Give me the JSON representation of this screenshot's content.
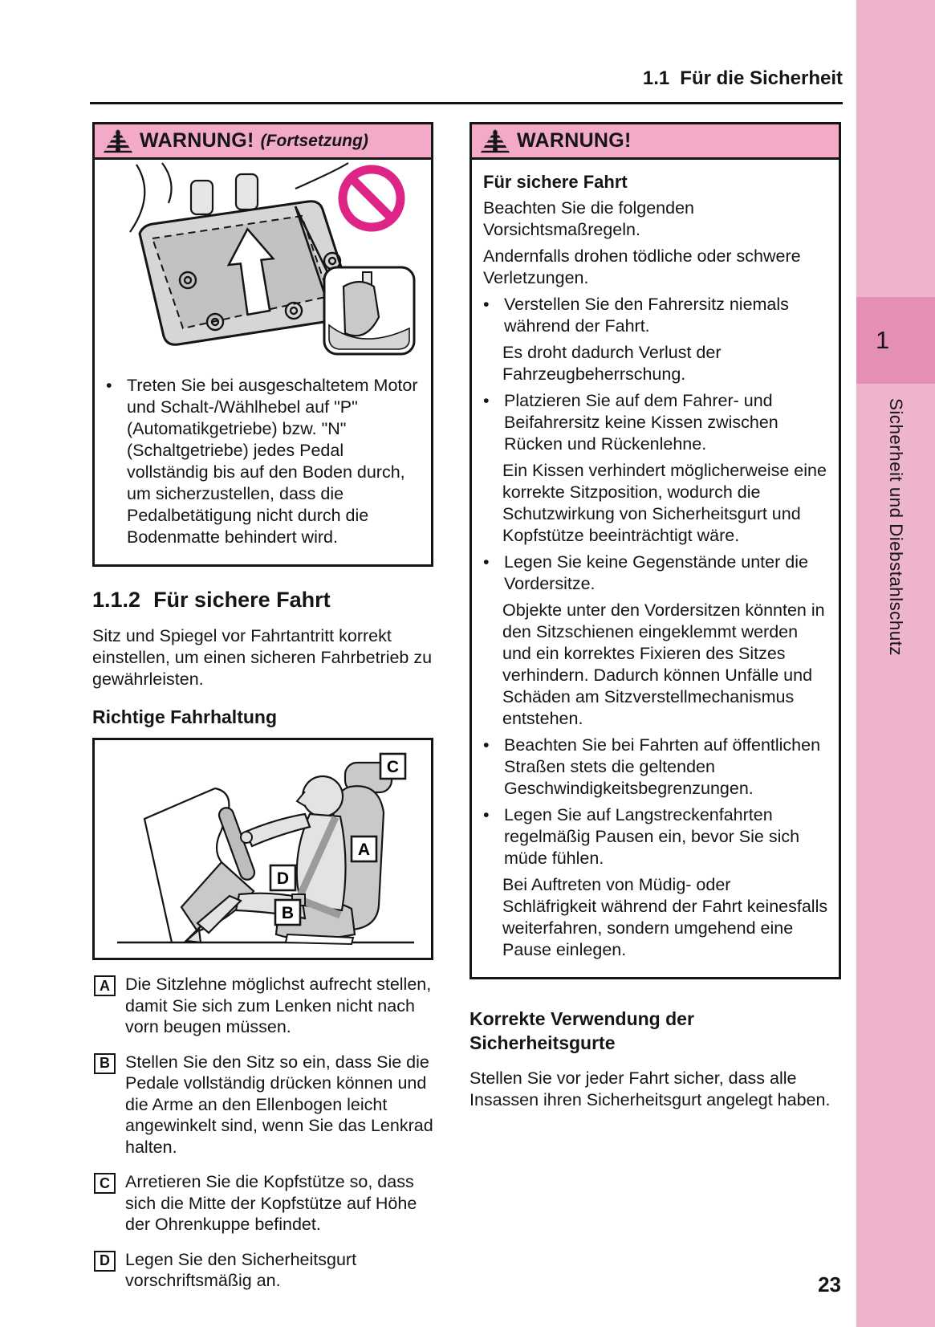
{
  "page": {
    "header_number": "1.1",
    "header_title": "Für die Sicherheit",
    "page_number": "23",
    "bullet_char": "•"
  },
  "sidebar": {
    "chapter_number": "1",
    "chapter_title": "Sicherheit und Diebstahlschutz"
  },
  "left_column": {
    "warning_box": {
      "title": "WARNUNG!",
      "subtitle": "(Fortsetzung)",
      "bullet": "Treten Sie bei ausgeschaltetem Motor und Schalt-/Wählhebel auf \"P\" (Automatikgetriebe) bzw. \"N\" (Schaltgetriebe) jedes Pedal vollständig bis auf den Boden durch, um sicherzustellen, dass die Pedalbetätigung nicht durch die Bodenmatte behindert wird."
    },
    "section_number": "1.1.2",
    "section_title": "Für sichere Fahrt",
    "intro": "Sitz und Spiegel vor Fahrtantritt korrekt einstellen, um einen sicheren Fahrbetrieb zu gewährleisten.",
    "subheading": "Richtige Fahrhaltung",
    "diagram_labels": {
      "a": "A",
      "b": "B",
      "c": "C",
      "d": "D"
    },
    "posture_items": [
      {
        "label": "A",
        "text": "Die Sitzlehne möglichst aufrecht stellen, damit Sie sich zum Lenken nicht nach vorn beugen müssen."
      },
      {
        "label": "B",
        "text": "Stellen Sie den Sitz so ein, dass Sie die Pedale vollständig drücken können und die Arme an den Ellenbogen leicht angewinkelt sind, wenn Sie das Lenkrad halten."
      },
      {
        "label": "C",
        "text": "Arretieren Sie die Kopfstütze so, dass sich die Mitte der Kopfstütze auf Höhe der Ohrenkuppe befindet."
      },
      {
        "label": "D",
        "text": "Legen Sie den Sicherheitsgurt vorschriftsmäßig an."
      }
    ]
  },
  "right_column": {
    "warning_box": {
      "title": "WARNUNG!",
      "heading": "Für sichere Fahrt",
      "paragraph_1": "Beachten Sie die folgenden Vorsichtsmaßregeln.",
      "paragraph_2": "Andernfalls drohen tödliche oder schwere Verletzungen.",
      "items": [
        {
          "type": "bullet",
          "text": "Verstellen Sie den Fahrersitz niemals während der Fahrt."
        },
        {
          "type": "sub",
          "text": "Es droht dadurch Verlust der Fahrzeugbeherrschung."
        },
        {
          "type": "bullet",
          "text": "Platzieren Sie auf dem Fahrer- und Beifahrersitz keine Kissen zwischen Rücken und Rückenlehne."
        },
        {
          "type": "sub",
          "text": "Ein Kissen verhindert möglicherweise eine korrekte Sitzposition, wodurch die Schutzwirkung von Sicherheitsgurt und Kopfstütze beeinträchtigt wäre."
        },
        {
          "type": "bullet",
          "text": "Legen Sie keine Gegenstände unter die Vordersitze."
        },
        {
          "type": "sub",
          "text": "Objekte unter den Vordersitzen könnten in den Sitzschienen eingeklemmt werden und ein korrektes Fixieren des Sitzes verhindern. Dadurch können Unfälle und Schäden am Sitzverstellmechanismus entstehen."
        },
        {
          "type": "bullet",
          "text": "Beachten Sie bei Fahrten auf öffentlichen Straßen stets die geltenden Geschwindigkeitsbegrenzungen."
        },
        {
          "type": "bullet",
          "text": "Legen Sie auf Langstreckenfahrten regelmäßig Pausen ein, bevor Sie sich müde fühlen."
        },
        {
          "type": "sub",
          "text": "Bei Auftreten von Müdig- oder Schläfrigkeit während der Fahrt keinesfalls weiterfahren, sondern umgehend eine Pause einlegen."
        }
      ]
    },
    "belts_heading": "Korrekte Verwendung der Sicherheitsgurte",
    "belts_text": "Stellen Sie vor jeder Fahrt sicher, dass alle Insassen ihren Sicherheitsgurt angelegt haben."
  },
  "colors": {
    "band_pink": "#f2aac8",
    "strip_pink": "#eeb4cb",
    "tab_pink": "#e58fb4",
    "prohibition_magenta": "#de2487",
    "ink": "#151515"
  }
}
